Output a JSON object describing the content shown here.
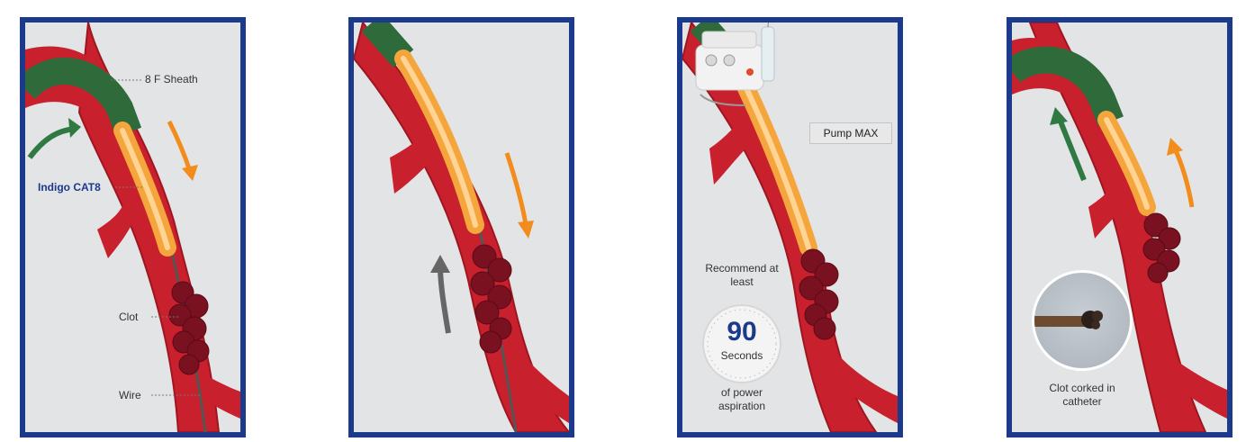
{
  "panels": [
    {
      "labels": {
        "sheath": "8 F Sheath",
        "catheter": "Indigo CAT8",
        "clot": "Clot",
        "wire": "Wire"
      }
    },
    {
      "labels": {}
    },
    {
      "labels": {
        "pump": "Pump MAX",
        "recommend": "Recommend at least",
        "seconds_value": "90",
        "seconds_unit": "Seconds",
        "aspiration": "of power aspiration"
      }
    },
    {
      "labels": {
        "corked": "Clot corked in catheter"
      }
    }
  ],
  "colors": {
    "frame": "#1b3a8c",
    "vessel": "#c8202d",
    "vessel_dark": "#9e1620",
    "sheath": "#2f6b3a",
    "catheter": "#f4a63c",
    "clot": "#7a1120",
    "arrow_orange": "#f28c1c",
    "arrow_green": "#2f7a43",
    "arrow_gray": "#666666"
  }
}
